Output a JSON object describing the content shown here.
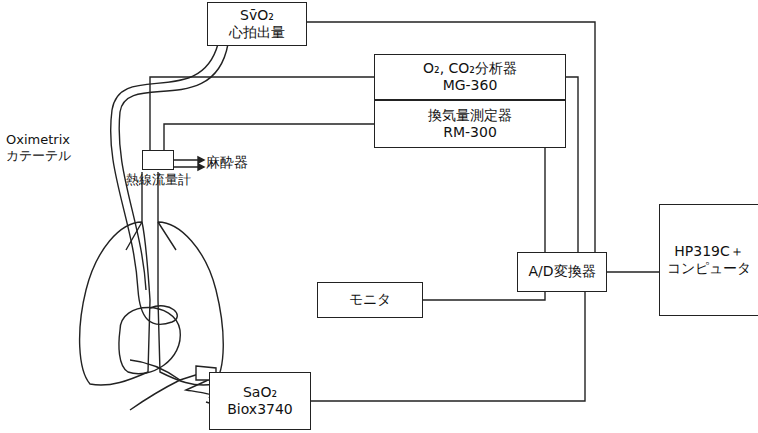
{
  "diagram": {
    "nodes": [
      {
        "text": [
          "Sv̄O₂",
          "心拍出量"
        ]
      },
      {
        "text": [
          "O₂, CO₂分析器",
          "MG-360"
        ]
      },
      {
        "text": [
          "換気量測定器",
          "RM-300"
        ]
      },
      {
        "text": [
          "熱線流量計"
        ]
      },
      {
        "text": [
          "A/D変換器"
        ]
      },
      {
        "text": [
          "HP319C＋",
          "コンピュータ"
        ]
      },
      {
        "text": [
          "モニタ"
        ]
      },
      {
        "text": [
          "SaO₂",
          "Biox3740"
        ]
      }
    ],
    "edges": [
      {
        "from": 0,
        "to": 4,
        "arrow": "none"
      },
      {
        "from": 1,
        "to": 3,
        "arrow": "none"
      },
      {
        "from": 2,
        "to": 3,
        "arrow": "none"
      },
      {
        "from": 1,
        "to": 4,
        "arrow": "none"
      },
      {
        "from": 2,
        "to": 4,
        "arrow": "none"
      },
      {
        "from": 6,
        "to": 4,
        "arrow": "none"
      },
      {
        "from": 7,
        "to": 4,
        "arrow": "none"
      },
      {
        "from": 4,
        "to": 5,
        "arrow": "none"
      }
    ],
    "labels": [
      "Oximetrix カテーテル",
      "麻酔器"
    ]
  }
}
